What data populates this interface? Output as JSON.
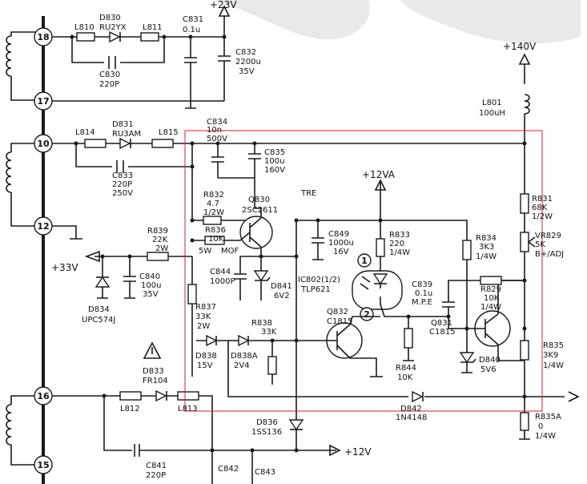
{
  "supply": {
    "v23": "+23V",
    "v140": "+140V",
    "v33": "+33V",
    "v12va": "+12VA",
    "v12": "+12V"
  },
  "pins": [
    "18",
    "17",
    "10",
    "12",
    "16",
    "15"
  ],
  "tre": "TRE",
  "callouts": [
    "1",
    "2"
  ],
  "components": [
    {
      "id": "L810",
      "text": [
        "L810"
      ]
    },
    {
      "id": "D830",
      "text": [
        "D830",
        "RU2YX"
      ]
    },
    {
      "id": "L811",
      "text": [
        "L811"
      ]
    },
    {
      "id": "C831",
      "text": [
        "C831",
        "0.1u"
      ]
    },
    {
      "id": "C832",
      "text": [
        "C832",
        "2200u",
        "35V"
      ]
    },
    {
      "id": "C830",
      "text": [
        "C830",
        "220P"
      ]
    },
    {
      "id": "L801",
      "text": [
        "L801",
        "100uH"
      ]
    },
    {
      "id": "L814",
      "text": [
        "L814"
      ]
    },
    {
      "id": "D831",
      "text": [
        "D831",
        "RU3AM"
      ]
    },
    {
      "id": "L815",
      "text": [
        "L815"
      ]
    },
    {
      "id": "C834",
      "text": [
        "C834",
        "10n",
        "500V"
      ]
    },
    {
      "id": "C835",
      "text": [
        "C835",
        "100u",
        "160V"
      ]
    },
    {
      "id": "C833",
      "text": [
        "C833",
        "220P",
        "250V"
      ]
    },
    {
      "id": "R832",
      "text": [
        "R832",
        "4.7",
        "1/2W"
      ]
    },
    {
      "id": "Q830",
      "text": [
        "Q830",
        "2SC2611"
      ]
    },
    {
      "id": "R831",
      "text": [
        "R831",
        "68K",
        "1/2W"
      ]
    },
    {
      "id": "R839",
      "text": [
        "R839",
        "22K",
        "2W"
      ]
    },
    {
      "id": "R836",
      "text": [
        "R836",
        "10K",
        "5W",
        "MOF"
      ]
    },
    {
      "id": "C849",
      "text": [
        "C849",
        "1000u",
        "16V"
      ]
    },
    {
      "id": "R833",
      "text": [
        "R833",
        "220",
        "1/4W"
      ]
    },
    {
      "id": "R834",
      "text": [
        "R834",
        "3K3",
        "1/4W"
      ]
    },
    {
      "id": "VR829",
      "text": [
        "VR829",
        "5K",
        "B+/ADJ"
      ]
    },
    {
      "id": "C840",
      "text": [
        "C840",
        "100u",
        "35V"
      ]
    },
    {
      "id": "C844",
      "text": [
        "C844",
        "1000P"
      ]
    },
    {
      "id": "D841",
      "text": [
        "D841",
        "6V2"
      ]
    },
    {
      "id": "IC802",
      "text": [
        "IC802(1/2)",
        "TLP621"
      ]
    },
    {
      "id": "C839",
      "text": [
        "C839",
        "0.1u",
        "M.P.E"
      ]
    },
    {
      "id": "R829",
      "text": [
        "R829",
        "10K",
        "1/4W"
      ]
    },
    {
      "id": "D834",
      "text": [
        "D834",
        "UPC574J"
      ]
    },
    {
      "id": "R837",
      "text": [
        "R837",
        "33K",
        "2W"
      ]
    },
    {
      "id": "R838",
      "text": [
        "R838",
        "33K"
      ]
    },
    {
      "id": "Q832",
      "text": [
        "Q832",
        "C1815"
      ]
    },
    {
      "id": "Q831",
      "text": [
        "Q831",
        "C1815"
      ]
    },
    {
      "id": "D838",
      "text": [
        "D838",
        "15V"
      ]
    },
    {
      "id": "D838A",
      "text": [
        "D838A",
        "2V4"
      ]
    },
    {
      "id": "R844",
      "text": [
        "R844",
        "10K"
      ]
    },
    {
      "id": "D840",
      "text": [
        "D840",
        "5V6"
      ]
    },
    {
      "id": "R835",
      "text": [
        "R835",
        "3K9",
        "1/4W"
      ]
    },
    {
      "id": "D833",
      "text": [
        "D833",
        "FR104"
      ]
    },
    {
      "id": "L812",
      "text": [
        "L812"
      ]
    },
    {
      "id": "L813",
      "text": [
        "L813"
      ]
    },
    {
      "id": "D842",
      "text": [
        "D842",
        "1N4148"
      ]
    },
    {
      "id": "D836",
      "text": [
        "D836",
        "1SS136"
      ]
    },
    {
      "id": "R835A",
      "text": [
        "R835A",
        "0",
        "1/4W"
      ]
    },
    {
      "id": "C841",
      "text": [
        "C841",
        "220P"
      ]
    },
    {
      "id": "C842",
      "text": [
        "C842"
      ]
    },
    {
      "id": "C843",
      "text": [
        "C843"
      ]
    }
  ],
  "colors": {
    "ink": "#1a1a1a",
    "paper": "#ffffff",
    "highlight_box": "#d0202a",
    "watermark": "#e9e9e9"
  }
}
